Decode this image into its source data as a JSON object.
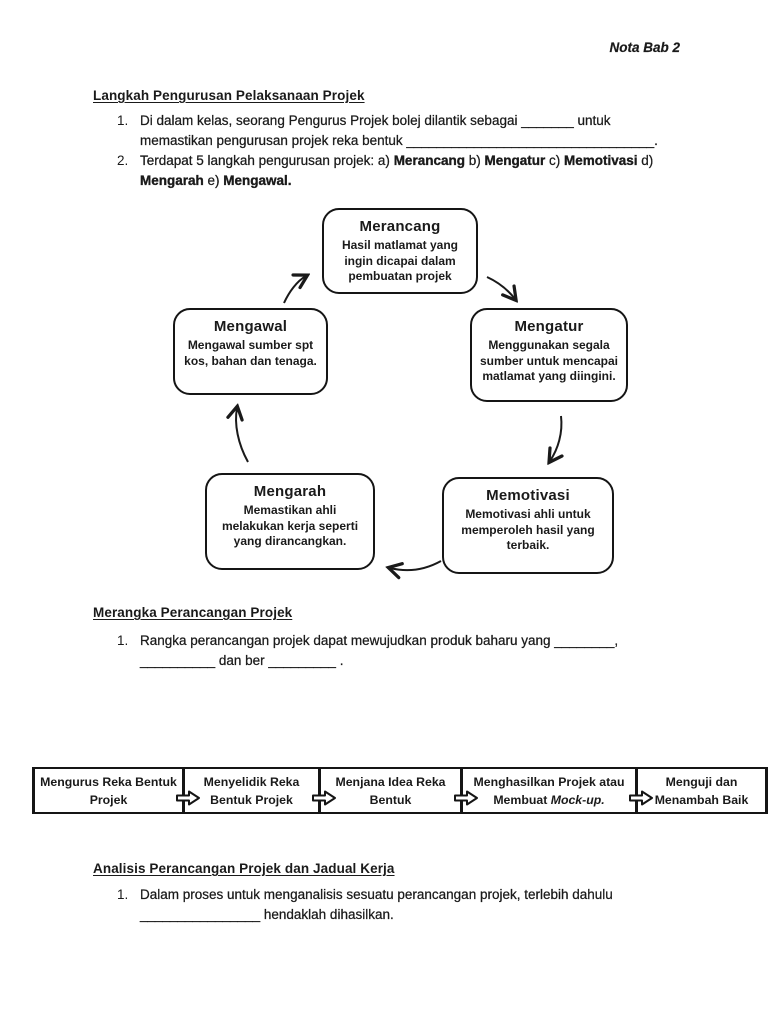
{
  "page": {
    "note_header": "Nota Bab 2"
  },
  "section1": {
    "heading": "Langkah Pengurusan Pelaksanaan Projek",
    "item1": {
      "num": "1.",
      "line1": "Di dalam kelas, seorang Pengurus Projek bolej dilantik sebagai _______ untuk",
      "line2": "memastikan pengurusan projek reka bentuk _________________________________."
    },
    "item2": {
      "num": "2.",
      "p1": "Terdapat 5 langkah pengurusan projek: a) ",
      "b1": "Merancang",
      "p2": " b) ",
      "b2": "Mengatur",
      "p3": " c) ",
      "b3": "Memotivasi",
      "p4": " d)",
      "b4": "Mengarah",
      "p5": " e) ",
      "b5": "Mengawal."
    }
  },
  "cycle": {
    "merancang": {
      "title": "Merancang",
      "body": "Hasil matlamat yang ingin dicapai dalam pembuatan projek"
    },
    "mengatur": {
      "title": "Mengatur",
      "body": "Menggunakan segala sumber untuk mencapai matlamat yang diingini."
    },
    "memotivasi": {
      "title": "Memotivasi",
      "body": "Memotivasi ahli untuk memperoleh hasil yang terbaik."
    },
    "mengarah": {
      "title": "Mengarah",
      "body": "Memastikan ahli melakukan kerja seperti yang dirancangkan."
    },
    "mengawal": {
      "title": "Mengawal",
      "body": "Mengawal sumber spt kos, bahan dan tenaga."
    }
  },
  "section2": {
    "heading": "Merangka Perancangan Projek",
    "item1": {
      "num": "1.",
      "line1": "Rangka perancangan projek dapat mewujudkan produk baharu yang ________,",
      "line2": "__________ dan ber _________ ."
    }
  },
  "flow": {
    "steps": [
      {
        "line1": "Mengurus Reka Bentuk",
        "line2": "Projek"
      },
      {
        "line1": "Menyelidik Reka",
        "line2": "Bentuk Projek"
      },
      {
        "line1": "Menjana Idea Reka",
        "line2": "Bentuk"
      },
      {
        "line1": "Menghasilkan Projek atau",
        "line2_pre": "Membuat ",
        "line2_italic": "Mock-up."
      },
      {
        "line1": "Menguji dan",
        "line2": "Menambah Baik"
      }
    ]
  },
  "section3": {
    "heading": "Analisis Perancangan Projek dan Jadual Kerja",
    "item1": {
      "num": "1.",
      "line1": "Dalam proses untuk menganalisis sesuatu perancangan projek, terlebih dahulu",
      "line2": "________________ hendaklah dihasilkan."
    }
  },
  "colors": {
    "ink": "#1a1a1a",
    "border": "#151515"
  }
}
